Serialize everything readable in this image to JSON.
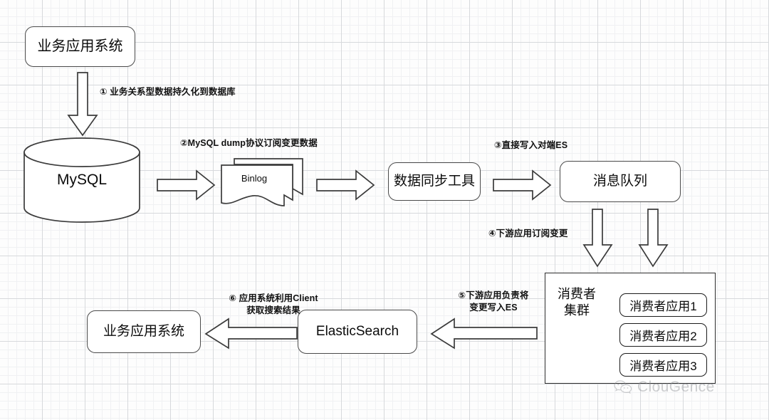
{
  "diagram": {
    "title": "MySQL to ElasticSearch data sync architecture",
    "background": {
      "page_color": "#fdfdfd",
      "grid_minor_color": "#f0f1f3",
      "grid_major_color": "#d7d9dc"
    },
    "stroke_color": "#3b3b3b"
  },
  "nodes": {
    "business_app_top": "业务应用系统",
    "mysql": "MySQL",
    "binlog": "Binlog",
    "sync_tool": "数据同步工具",
    "message_queue": "消息队列",
    "consumer_cluster_title": "消费者\n集群",
    "consumer_apps": [
      "消费者应用1",
      "消费者应用2",
      "消费者应用3"
    ],
    "elasticsearch": "ElasticSearch",
    "business_app_bottom": "业务应用系统"
  },
  "edge_labels": {
    "step1": "① 业务关系型数据持久化到数据库",
    "step2": "②MySQL dump协议订阅变更数据",
    "step3": "③直接写入对端ES",
    "step4": "④下游应用订阅变更",
    "step5": "⑤下游应用负责将\n变更写入ES",
    "step6": "⑥ 应用系统利用Client\n获取搜索结果"
  },
  "watermark": {
    "brand": "ClouGence",
    "icon": "wechat-logo"
  }
}
